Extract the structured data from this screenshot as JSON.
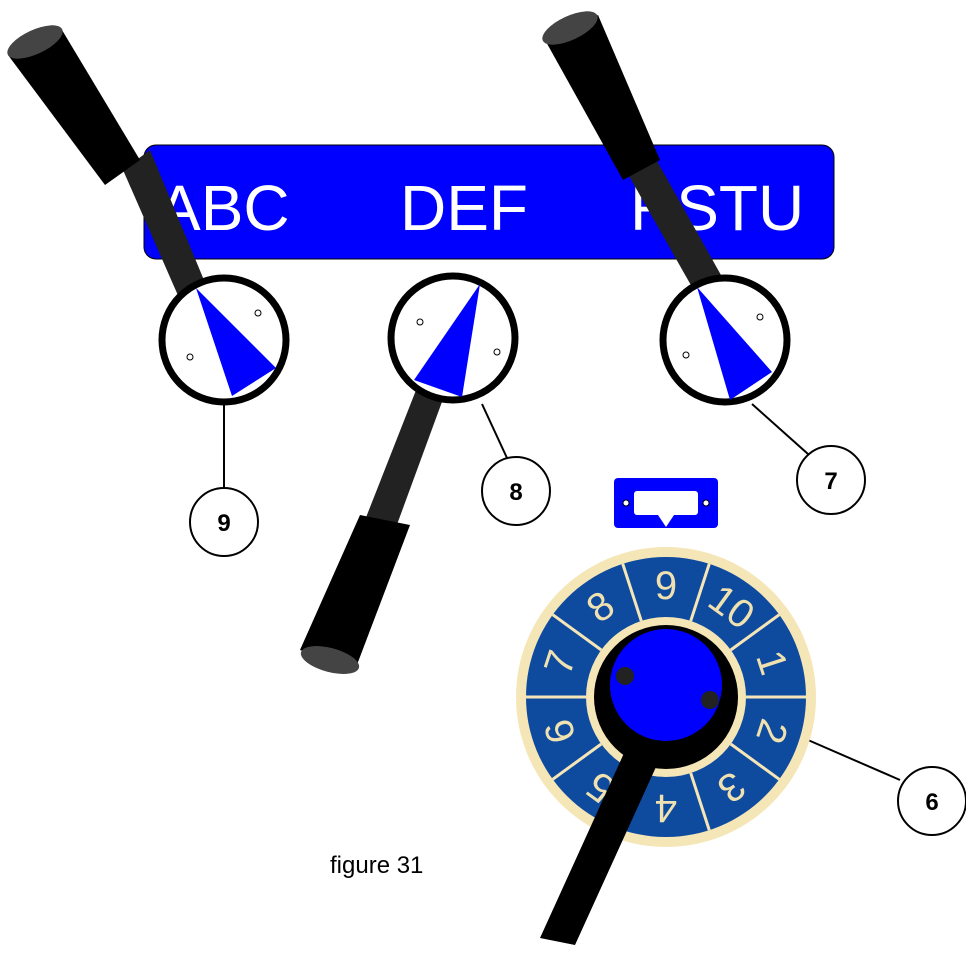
{
  "label_plate": {
    "color": "#0000ff",
    "labels": [
      "ABC",
      "DEF",
      "RSTU"
    ]
  },
  "callouts": [
    "9",
    "8",
    "7",
    "6"
  ],
  "dial": {
    "face_color": "#f5e6b8",
    "segment_color": "#0e4a9e",
    "numbers": [
      "9",
      "10",
      "1",
      "2",
      "3",
      "4",
      "5",
      "6",
      "7",
      "8"
    ],
    "hub_color": "#0000ff"
  },
  "caption": "figure 31"
}
